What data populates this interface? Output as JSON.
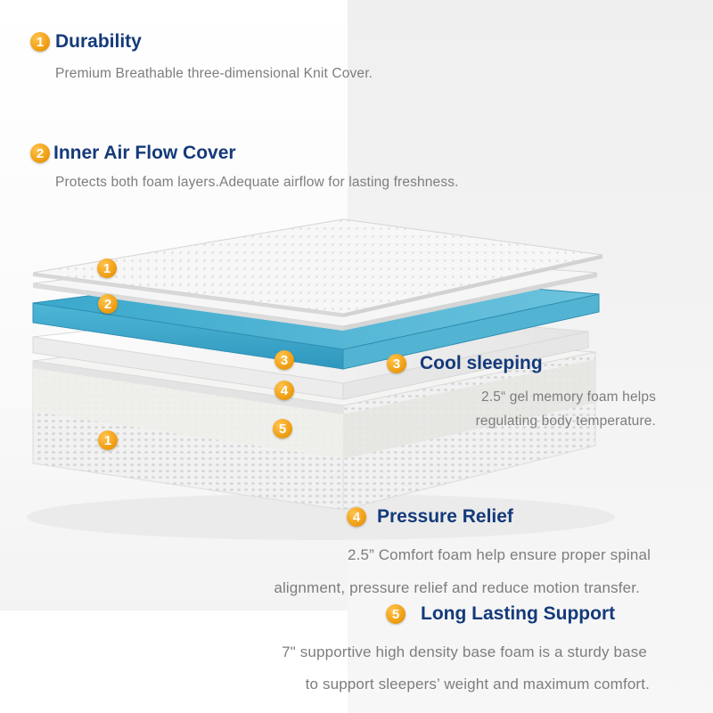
{
  "accent_color": "#f0a015",
  "title_color": "#143a7a",
  "features": [
    {
      "number": "1",
      "title": "Durability",
      "description": [
        "Premium Breathable three-dimensional Knit Cover."
      ]
    },
    {
      "number": "2",
      "title": "Inner Air Flow Cover",
      "description": [
        "Protects both foam layers.Adequate airflow for lasting freshness."
      ]
    },
    {
      "number": "3",
      "title": "Cool sleeping",
      "description": [
        "2.5“ gel memory foam helps",
        "regulating body temperature."
      ]
    },
    {
      "number": "4",
      "title": "Pressure Relief",
      "description": [
        "2.5” Comfort foam help ensure proper spinal",
        "alignment, pressure relief and reduce motion transfer."
      ]
    },
    {
      "number": "5",
      "title": "Long Lasting Support",
      "description": [
        "7\" supportive high density base foam is a sturdy base",
        "to support sleepers’ weight and maximum comfort."
      ]
    }
  ],
  "diagram_markers": [
    "1",
    "2",
    "3",
    "4",
    "5",
    "1"
  ],
  "layer_colors": {
    "knit_cover": "#f7f7f7",
    "air_flow_cover": "#f2f2f2",
    "gel_foam": "#4fb3d3",
    "comfort_foam": "#f0f0f0",
    "base_foam": "#ececec"
  }
}
